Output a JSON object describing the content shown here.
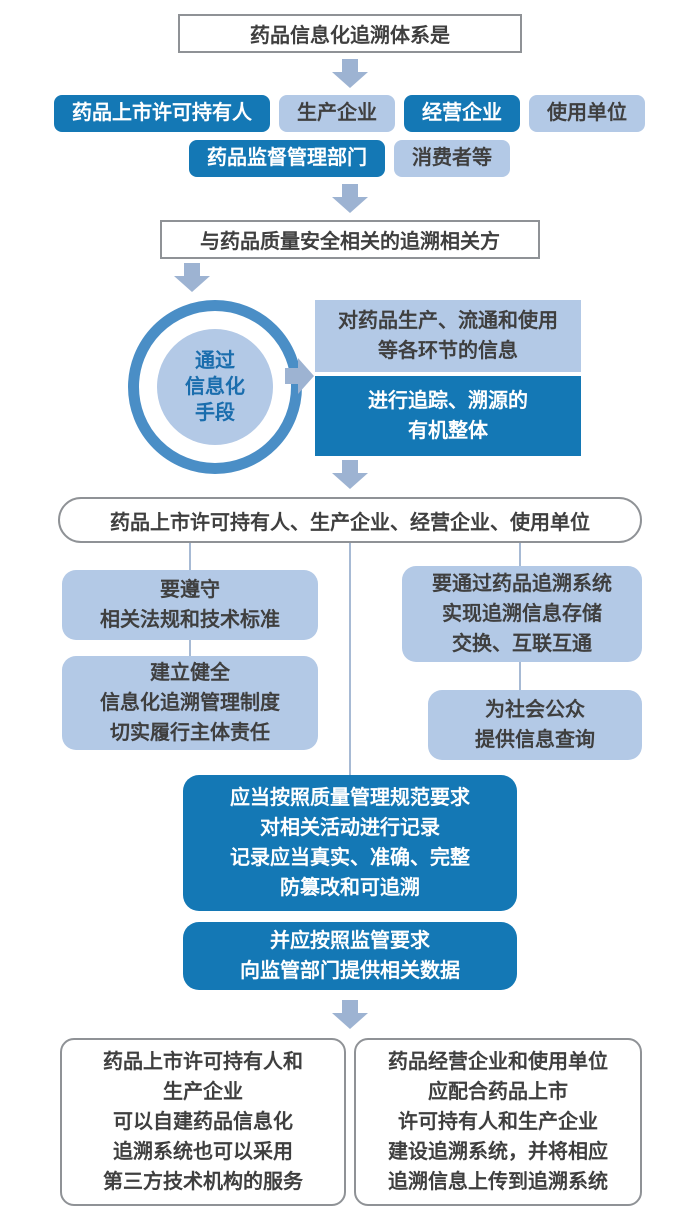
{
  "colors": {
    "dark_blue": "#1478b5",
    "light_blue": "#b3c9e6",
    "ring_blue": "#4a8ec6",
    "arrow_blue": "#9db3d2",
    "line_blue": "#a7bad4",
    "border_gray": "#8f9296",
    "text_dark": "#3f3f3f",
    "circle_text": "#1a6dad"
  },
  "title_box": {
    "text": "药品信息化追溯体系是"
  },
  "stakeholders": {
    "row1": [
      {
        "label": "药品上市许可持有人",
        "style": "dark"
      },
      {
        "label": "生产企业",
        "style": "light"
      },
      {
        "label": "经营企业",
        "style": "dark"
      },
      {
        "label": "使用单位",
        "style": "light"
      }
    ],
    "row2": [
      {
        "label": "药品监督管理部门",
        "style": "dark"
      },
      {
        "label": "消费者等",
        "style": "light"
      }
    ]
  },
  "related_parties_box": {
    "text": "与药品质量安全相关的追溯相关方"
  },
  "method_circle": {
    "text": "通过\n信息化\n手段"
  },
  "info_scope_box": {
    "text": "对药品生产、流通和使用\n等各环节的信息"
  },
  "organic_whole_box": {
    "text": "进行追踪、溯源的\n有机整体"
  },
  "entities_box": {
    "text": "药品上市许可持有人、生产企业、经营企业、使用单位"
  },
  "left_column": {
    "box1": {
      "text": "要遵守\n相关法规和技术标准"
    },
    "box2": {
      "text": "建立健全\n信息化追溯管理制度\n切实履行主体责任"
    }
  },
  "right_column": {
    "box1": {
      "text": "要通过药品追溯系统\n实现追溯信息存储\n交换、互联互通"
    },
    "box2": {
      "text": "为社会公众\n提供信息查询"
    }
  },
  "record_requirement_box": {
    "text": "应当按照质量管理规范要求\n对相关活动进行记录\n记录应当真实、准确、完整\n防篡改和可追溯"
  },
  "regulator_data_box": {
    "text": "并应按照监管要求\n向监管部门提供相关数据"
  },
  "bottom_left_box": {
    "text": "药品上市许可持有人和\n生产企业\n可以自建药品信息化\n追溯系统也可以采用\n第三方技术机构的服务"
  },
  "bottom_right_box": {
    "text": "药品经营企业和使用单位\n应配合药品上市\n许可持有人和生产企业\n建设追溯系统，并将相应\n追溯信息上传到追溯系统"
  }
}
